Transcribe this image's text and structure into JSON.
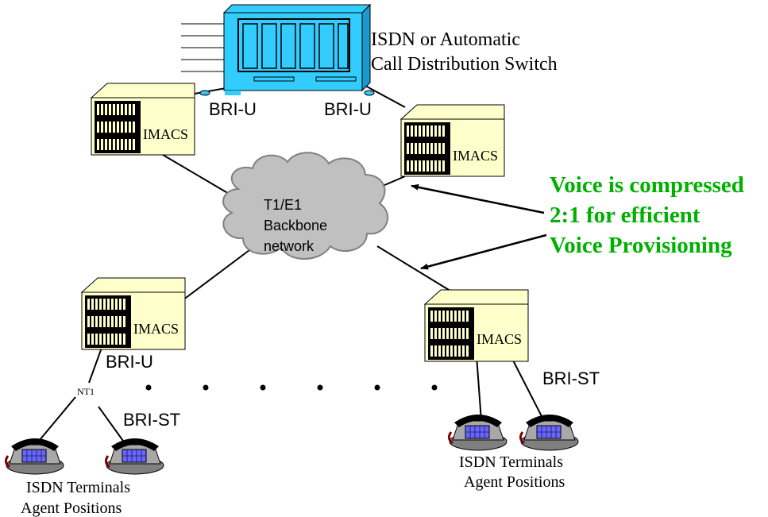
{
  "switch": {
    "title_line1": "ISDN or Automatic",
    "title_line2": "Call Distribution Switch"
  },
  "links": {
    "bri_u_left": "BRI-U",
    "bri_u_right": "BRI-U",
    "bri_u_lower": "BRI-U",
    "bri_st_left": "BRI-ST",
    "bri_st_right": "BRI-ST"
  },
  "imacs_label": "IMACS",
  "cloud": {
    "line1": "T1/E1",
    "line2": "Backbone",
    "line3": "network"
  },
  "nt1_label": "NT1",
  "callout": {
    "line1": "Voice is compressed",
    "line2": "2:1 for efficient",
    "line3": "Voice Provisioning"
  },
  "terminals_left": {
    "line1": "ISDN Terminals",
    "line2": "Agent Positions"
  },
  "terminals_right": {
    "line1": "ISDN Terminals",
    "line2": "Agent Positions"
  },
  "colors": {
    "switch": "#33ccff",
    "imacs": "#ffffcc",
    "cloud": "#c0c0c0",
    "callout": "#00b000",
    "phone": "#808080",
    "keypad": "#6666ff"
  }
}
